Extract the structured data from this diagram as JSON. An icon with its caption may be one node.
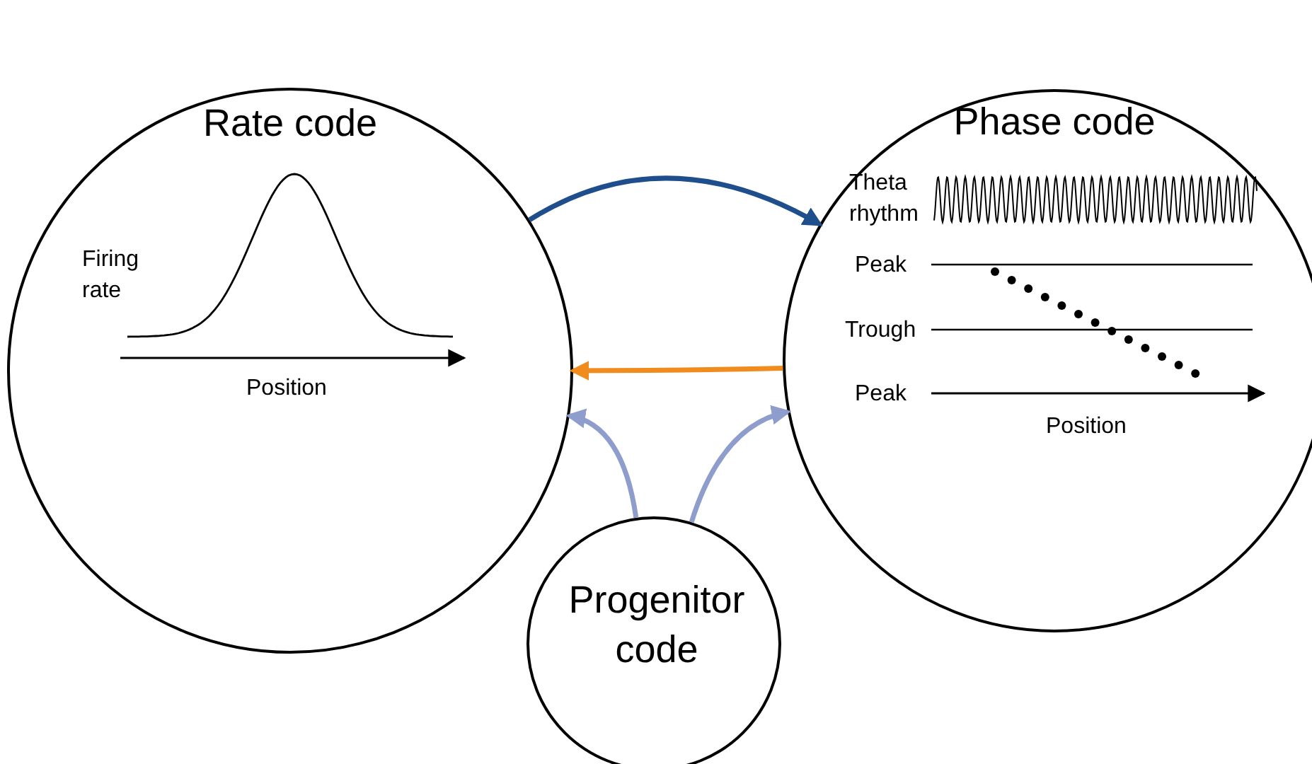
{
  "diagram": {
    "nodes": [
      {
        "text": [
          "Rate code"
        ]
      },
      {
        "text": [
          "Phase code"
        ]
      },
      {
        "text": [
          "Progenitor code"
        ]
      }
    ],
    "edges": [
      {
        "from": 0,
        "to": 1,
        "arrow": "to",
        "color": "#1f4e8c"
      },
      {
        "from": 1,
        "to": 0,
        "arrow": "to",
        "color": "#f08c1e"
      },
      {
        "from": 2,
        "to": 0,
        "arrow": "to",
        "color": "#8e9dcc"
      },
      {
        "from": 2,
        "to": 1,
        "arrow": "to",
        "color": "#8e9dcc"
      }
    ],
    "labels": [
      "Firing rate",
      "Position",
      "Theta rhythm",
      "Peak",
      "Trough",
      "Peak",
      "Position"
    ]
  }
}
